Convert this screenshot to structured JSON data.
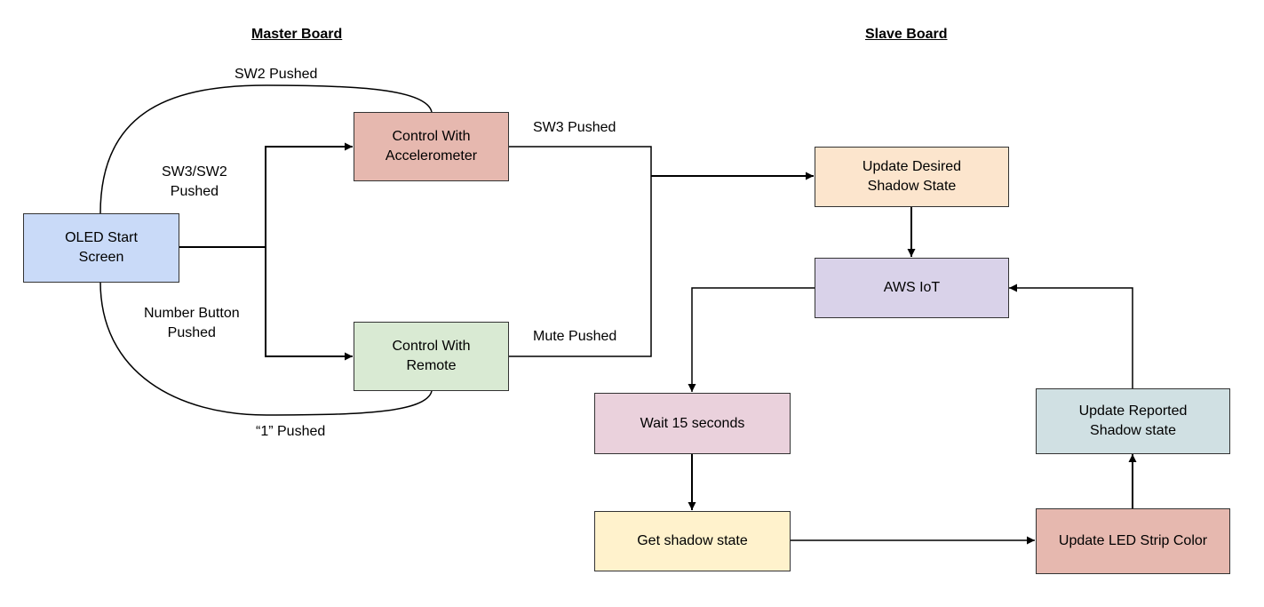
{
  "headings": {
    "master": "Master Board",
    "slave": "Slave Board"
  },
  "nodes": {
    "oled_start": {
      "label": "OLED Start\nScreen",
      "color": "#c9daf8"
    },
    "control_accel": {
      "label": "Control With\nAccelerometer",
      "color": "#e6b8af"
    },
    "control_remote": {
      "label": "Control With\nRemote",
      "color": "#d9ead3"
    },
    "update_desired": {
      "label": "Update Desired\nShadow State",
      "color": "#fce5cd"
    },
    "aws_iot": {
      "label": "AWS IoT",
      "color": "#d9d2e9"
    },
    "wait_15": {
      "label": "Wait 15 seconds",
      "color": "#ead1dc"
    },
    "get_shadow": {
      "label": "Get shadow state",
      "color": "#fff2cc"
    },
    "update_led": {
      "label": "Update LED Strip Color",
      "color": "#e6b8af"
    },
    "update_reported": {
      "label": "Update Reported\nShadow state",
      "color": "#d0e0e3"
    }
  },
  "edge_labels": {
    "sw2_pushed": "SW2 Pushed",
    "sw3_sw2_pushed": "SW3/SW2\nPushed",
    "number_button_pushed": "Number Button\nPushed",
    "one_pushed": "“1” Pushed",
    "sw3_pushed": "SW3 Pushed",
    "mute_pushed": "Mute Pushed"
  }
}
